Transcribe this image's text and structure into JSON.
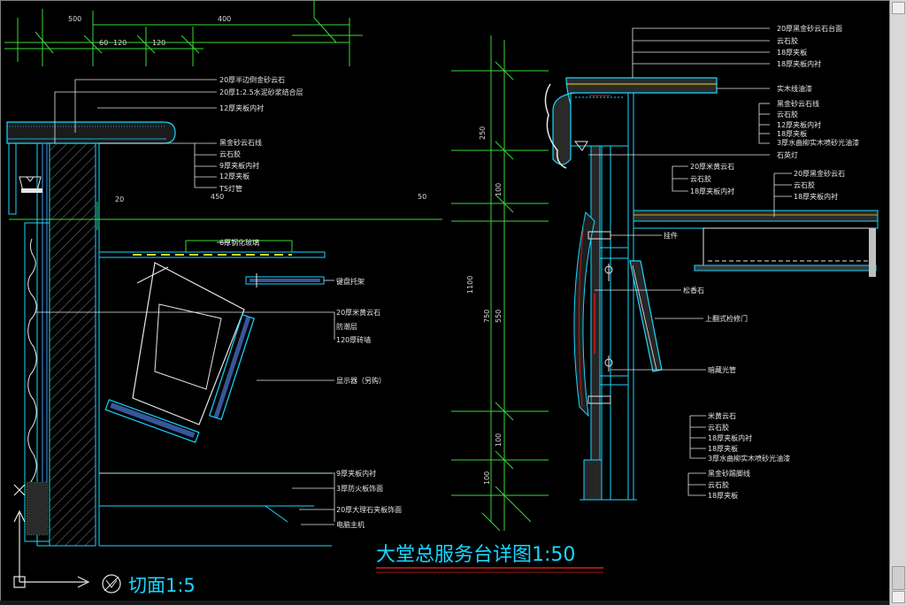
{
  "left_view": {
    "dims": [
      "500",
      "400",
      "60",
      "120",
      "120",
      "20",
      "450",
      "50"
    ],
    "labels": [
      "20厚半边倒金砂云石",
      "20厚1:2.5水泥砂浆结合层",
      "12厚夹板内衬",
      "黑金砂云石线",
      "云石胶",
      "9厚夹板内衬",
      "12厚夹板",
      "T5灯管",
      "6厚钢化玻璃",
      "键盘托架",
      "20厚米黄云石",
      "防潮层",
      "120厚砖墙",
      "显示器（另购）",
      "9厚夹板内衬",
      "3厚防火板饰面",
      "20厚大理石夹板饰面",
      "电脑主机"
    ],
    "section_title": "切面1:5"
  },
  "right_view": {
    "dims": [
      "250",
      "100",
      "1100",
      "750",
      "550",
      "100",
      "100"
    ],
    "labels": [
      "20厚黑金砂云石台面",
      "云石胶",
      "18厚夹板",
      "18厚夹板内衬",
      "实木线油漆",
      "黑金砂云石线",
      "云石胶",
      "12厚夹板内衬",
      "18厚夹板",
      "3厚水曲柳实木喷砂光油漆",
      "石英灯",
      "20厚米黄云石",
      "云石胶",
      "18厚夹板内衬",
      "20厚黑金砂云石",
      "云石胶",
      "18厚夹板内衬",
      "挂件",
      "松香石",
      "上翻式检修门",
      "暗藏光管",
      "米黄云石",
      "云石胶",
      "18厚夹板内衬",
      "18厚夹板",
      "3厚水曲柳实木喷砂光油漆",
      "黑金砂踢脚线",
      "云石胶",
      "18厚夹板"
    ]
  },
  "main_title": "大堂总服务台详图1:50",
  "colors": {
    "background": "#000000",
    "cyan": "#19d7ff",
    "green": "#39d839",
    "yellow": "#ffd21a",
    "red": "#e01818",
    "white": "#e6e6e6"
  }
}
